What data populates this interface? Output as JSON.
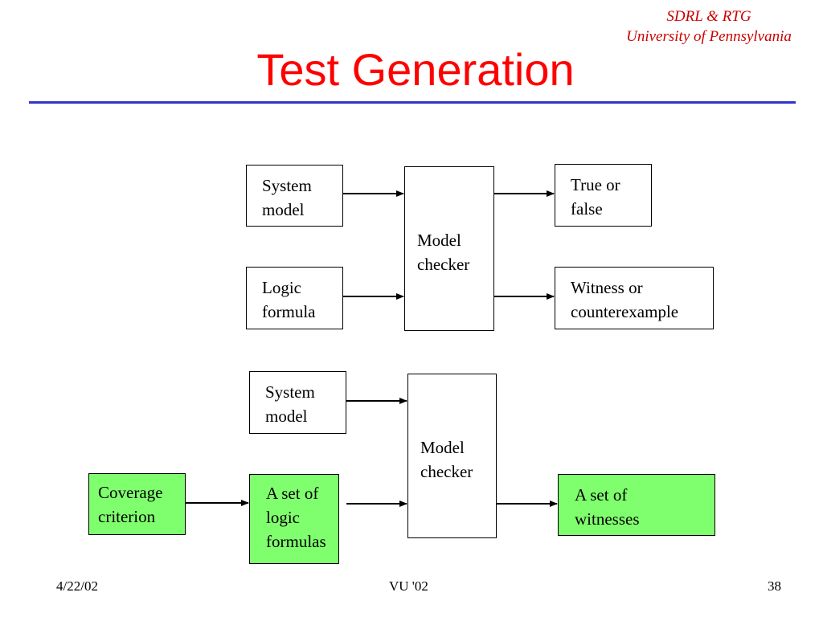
{
  "header": {
    "affiliation_line1": "SDRL & RTG",
    "affiliation_line2": "University of Pennsylvania",
    "title": "Test Generation"
  },
  "diagram_top": {
    "system_model": [
      "System",
      "model"
    ],
    "logic_formula": [
      "Logic",
      "formula"
    ],
    "model_checker": [
      "Model",
      "checker"
    ],
    "true_false": [
      "True or",
      "false"
    ],
    "witness": [
      "Witness or",
      "counterexample"
    ]
  },
  "diagram_bottom": {
    "system_model": [
      "System",
      "model"
    ],
    "coverage": [
      "Coverage",
      "criterion"
    ],
    "formulas": [
      "A set of",
      "logic",
      "formulas"
    ],
    "model_checker": [
      "Model",
      "checker"
    ],
    "witnesses": [
      "A set of",
      "witnesses"
    ]
  },
  "colors": {
    "title": "#ff0000",
    "affiliation": "#cc0000",
    "rule": "#3333cc",
    "highlight_box": "#80ff6e"
  },
  "footer": {
    "date": "4/22/02",
    "event": "VU '02",
    "page": "38"
  }
}
